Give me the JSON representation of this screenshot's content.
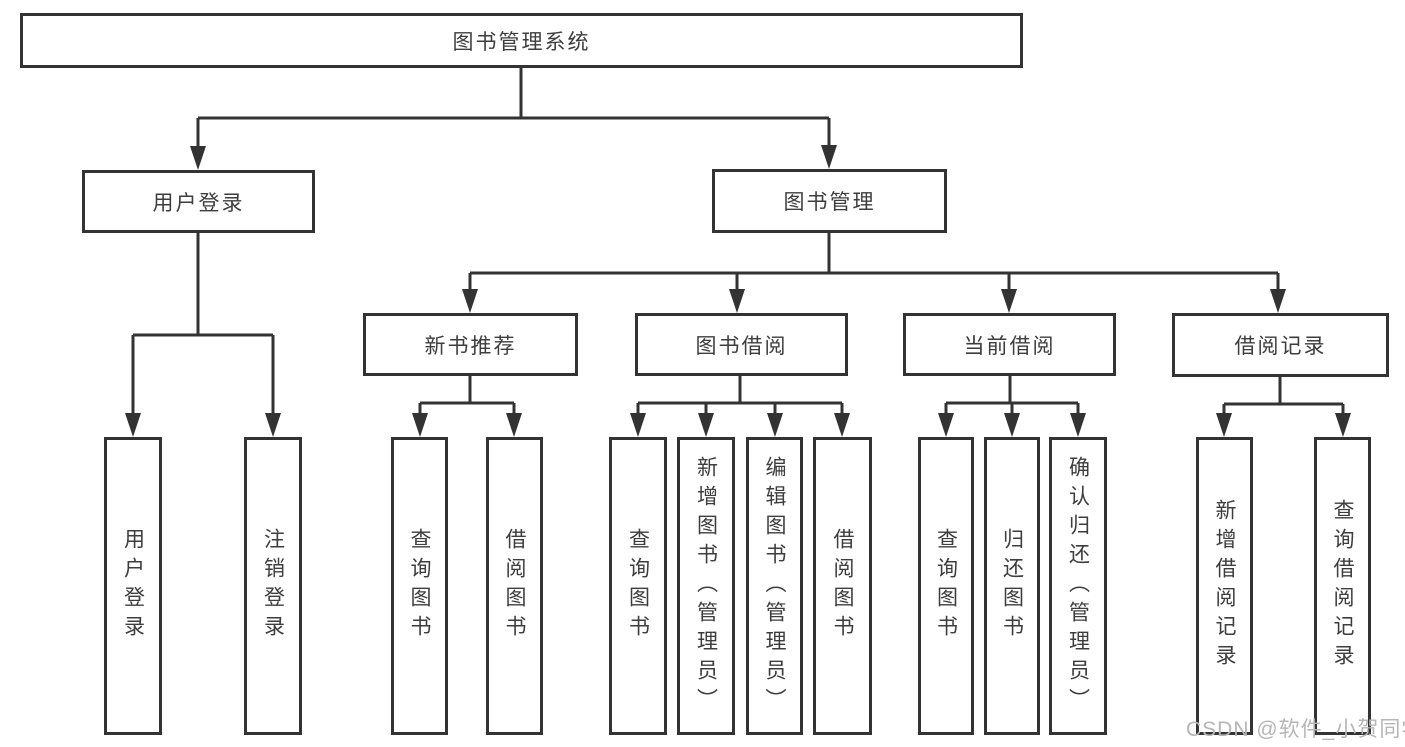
{
  "tree": {
    "label": "图书管理系统",
    "children": [
      {
        "label": "用户登录",
        "children": [
          {
            "label": "用户登录"
          },
          {
            "label": "注销登录"
          }
        ]
      },
      {
        "label": "图书管理",
        "children": [
          {
            "label": "新书推荐",
            "children": [
              {
                "label": "查询图书"
              },
              {
                "label": "借阅图书"
              }
            ]
          },
          {
            "label": "图书借阅",
            "children": [
              {
                "label": "查询图书"
              },
              {
                "label": "新增图书（管理员）"
              },
              {
                "label": "编辑图书（管理员）"
              },
              {
                "label": "借阅图书"
              }
            ]
          },
          {
            "label": "当前借阅",
            "children": [
              {
                "label": "查询图书"
              },
              {
                "label": "归还图书"
              },
              {
                "label": "确认归还（管理员）"
              }
            ]
          },
          {
            "label": "借阅记录",
            "children": [
              {
                "label": "新增借阅记录"
              },
              {
                "label": "查询借阅记录"
              }
            ]
          }
        ]
      }
    ]
  },
  "watermark": {
    "text": "CSDN @软件_小贺同学"
  },
  "colors": {
    "line": "#333333",
    "border": "#333333",
    "text": "#3d3d3d",
    "background": "#ffffff",
    "watermark": "#b6b6b6"
  }
}
